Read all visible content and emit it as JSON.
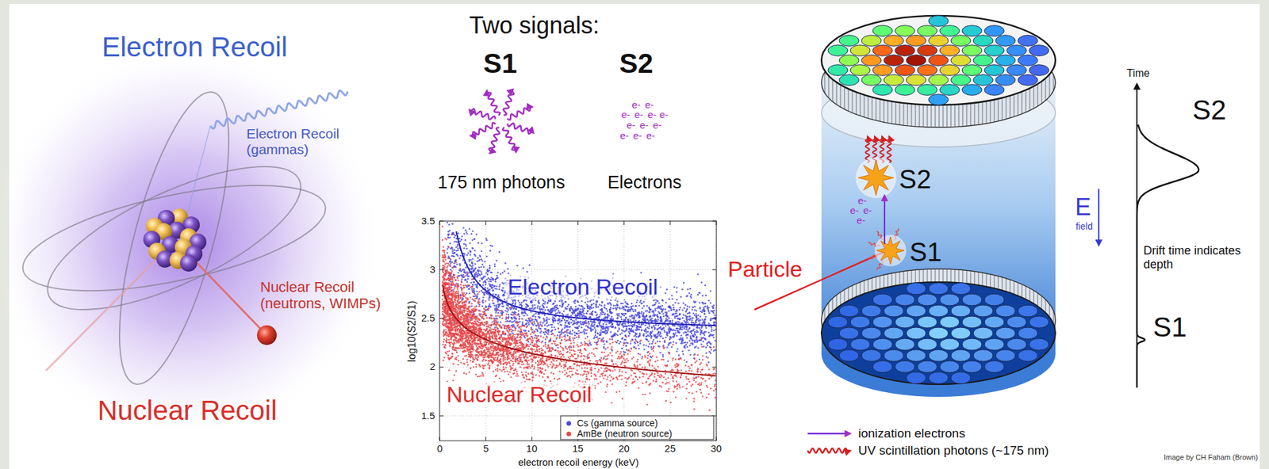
{
  "diagram": {
    "labels": [
      "Electron Recoil",
      "Electron Recoil (gammas)",
      "Nuclear Recoil (neutrons, WIMPs)",
      "Nuclear Recoil",
      "Two signals:",
      "S1",
      "S2",
      "175 nm photons",
      "Electrons",
      "e-",
      "e-",
      "e-",
      "e-",
      "e-",
      "e-",
      "e-",
      "e-",
      "e-",
      "e-",
      "e-",
      "e-",
      "3.5",
      "3",
      "2.5",
      "2",
      "1.5",
      "0",
      "5",
      "10",
      "15",
      "20",
      "25",
      "30",
      "log10(S2/S1)",
      "electron recoil energy (keV)",
      "Electron Recoil",
      "Nuclear Recoil",
      "S2",
      "S1",
      "Particle",
      "e-",
      "e-",
      "e-",
      "e-",
      "E",
      "field",
      "Time",
      "S2",
      "Drift time indicates depth",
      "S1",
      "Image by CH Faham (Brown)"
    ],
    "legend": [
      {
        "text": "Cs (gamma source)",
        "color": "#4a4ae0"
      },
      {
        "text": "AmBe (neutron source)",
        "color": "#e8484a"
      },
      {
        "text": "ionization electrons"
      },
      {
        "text": "UV scintillation photons (~175 nm)"
      }
    ]
  }
}
